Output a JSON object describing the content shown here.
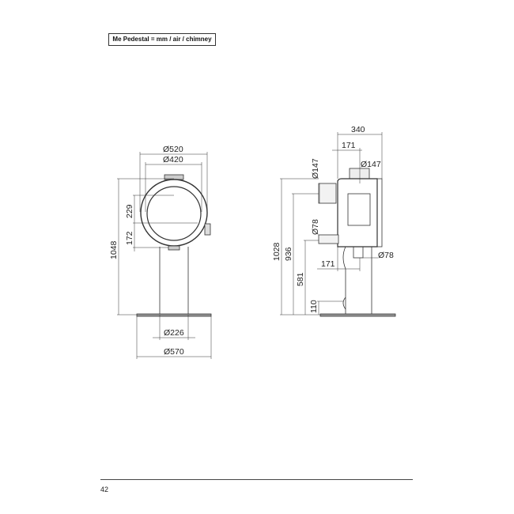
{
  "header": {
    "title": "Me Pedestal = mm / air / chimney"
  },
  "front_view": {
    "dims": {
      "outer_diameter": "Ø520",
      "inner_diameter": "Ø420",
      "height_total": "1048",
      "upper_height": "229",
      "lower_height": "172",
      "pedestal_diameter": "Ø226",
      "base_diameter": "Ø570"
    }
  },
  "side_view": {
    "dims": {
      "depth": "340",
      "flue_offset": "171",
      "top_flue_diameter": "Ø147",
      "rear_flue_diameter": "Ø147",
      "height_rear_flue": "1028",
      "height_936": "936",
      "height_581": "581",
      "height_110": "110",
      "rear_air_diameter": "Ø78",
      "bottom_air_offset": "171",
      "bottom_air_diameter": "Ø78"
    }
  },
  "footer": {
    "page_number": "42"
  }
}
